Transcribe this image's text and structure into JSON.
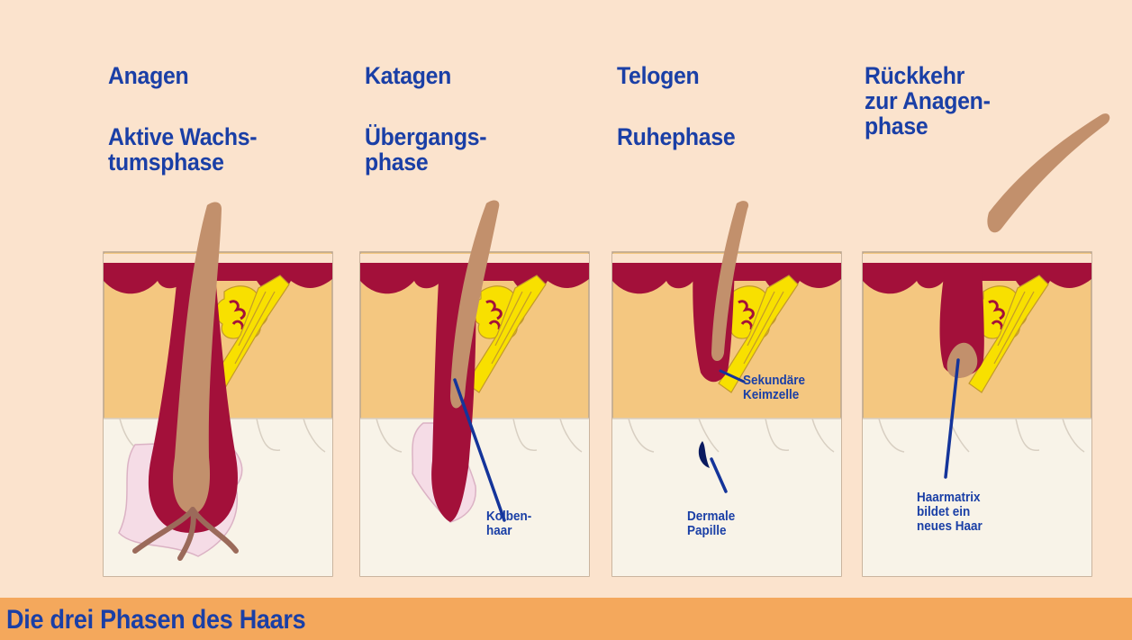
{
  "panels": [
    {
      "phase": "Anagen",
      "description": "Aktive Wachs-\ntumsphase"
    },
    {
      "phase": "Katagen",
      "description": "Übergangs-\nphase"
    },
    {
      "phase": "Telogen",
      "description": "Ruhephase"
    },
    {
      "phase": "Rückkehr\nzur Anagen-\nphase",
      "description": ""
    }
  ],
  "annotations": {
    "kolbenhaar": "Kolben-\nhaar",
    "sekundaere_keimzelle": "Sekundäre\nKeimzelle",
    "dermale_papille": "Dermale\nPapille",
    "haarmatrix": "Haarmatrix\nbildet ein\nneues Haar"
  },
  "footer": {
    "title": "Die drei Phasen des Haars"
  },
  "colors": {
    "background": "#fbe3cd",
    "skin_panel": "#f4c780",
    "epidermis": "#a3103a",
    "follicle": "#a3103a",
    "hair_shaft": "#c2906c",
    "sebaceous_gland": "#f8e000",
    "subcutis": "#f8f3e8",
    "label_text": "#1a3fa6",
    "footer_bar": "#f4a85c"
  }
}
